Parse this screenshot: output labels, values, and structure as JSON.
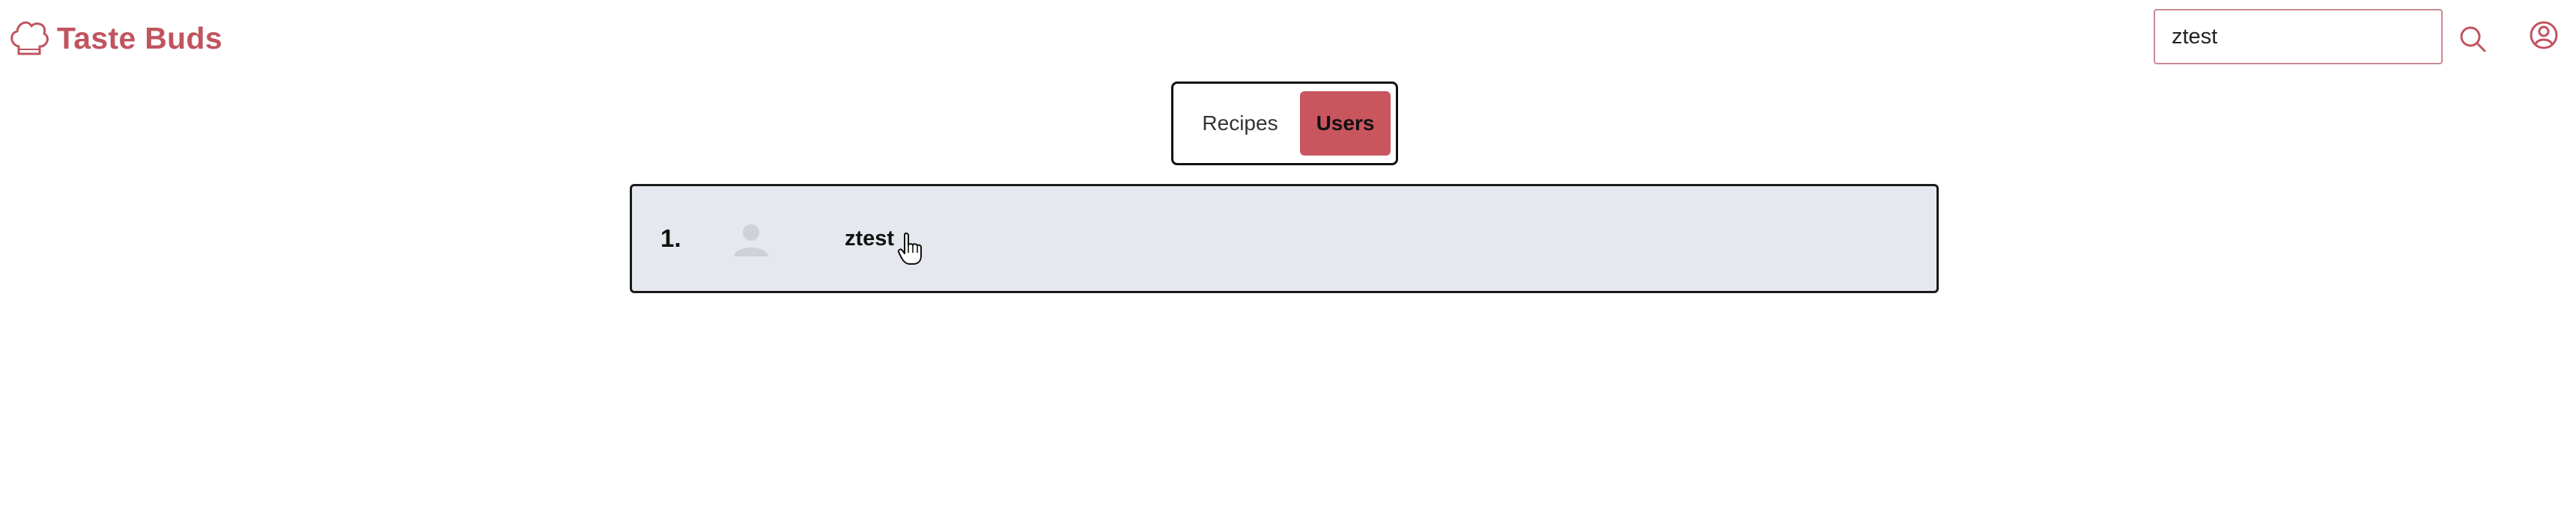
{
  "header": {
    "logo_text": "Taste Buds",
    "logo_icon": "chef-hat-icon",
    "search": {
      "value": "ztest",
      "placeholder": "",
      "search_icon": "search-icon"
    },
    "account_icon": "user-circle-icon"
  },
  "tabs": {
    "items": [
      {
        "label": "Recipes",
        "active": false
      },
      {
        "label": "Users",
        "active": true
      }
    ]
  },
  "results": {
    "users": [
      {
        "rank": "1.",
        "username": "ztest",
        "avatar_icon": "default-avatar-icon"
      }
    ]
  },
  "colors": {
    "brand": "#c0545f",
    "active_tab": "#c9555f",
    "row_background": "#e6e8ef",
    "search_border": "#c98a93"
  }
}
